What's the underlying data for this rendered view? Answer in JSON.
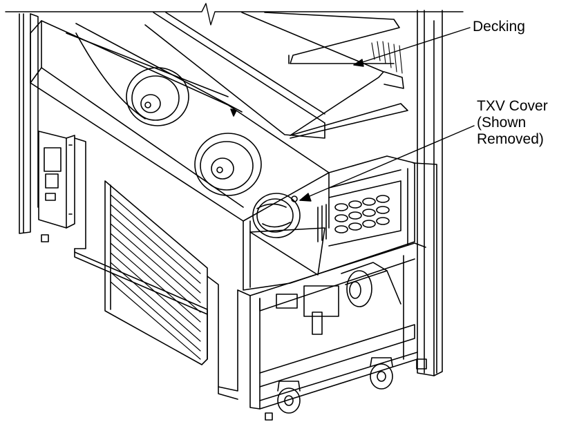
{
  "diagram": {
    "callouts": {
      "decking": "Decking",
      "txv_line1": "TXV Cover",
      "txv_line2": "(Shown",
      "txv_line3": "Removed)"
    },
    "colors": {
      "stroke": "#000000",
      "background": "#ffffff",
      "shade": "#e6e6e6"
    }
  }
}
